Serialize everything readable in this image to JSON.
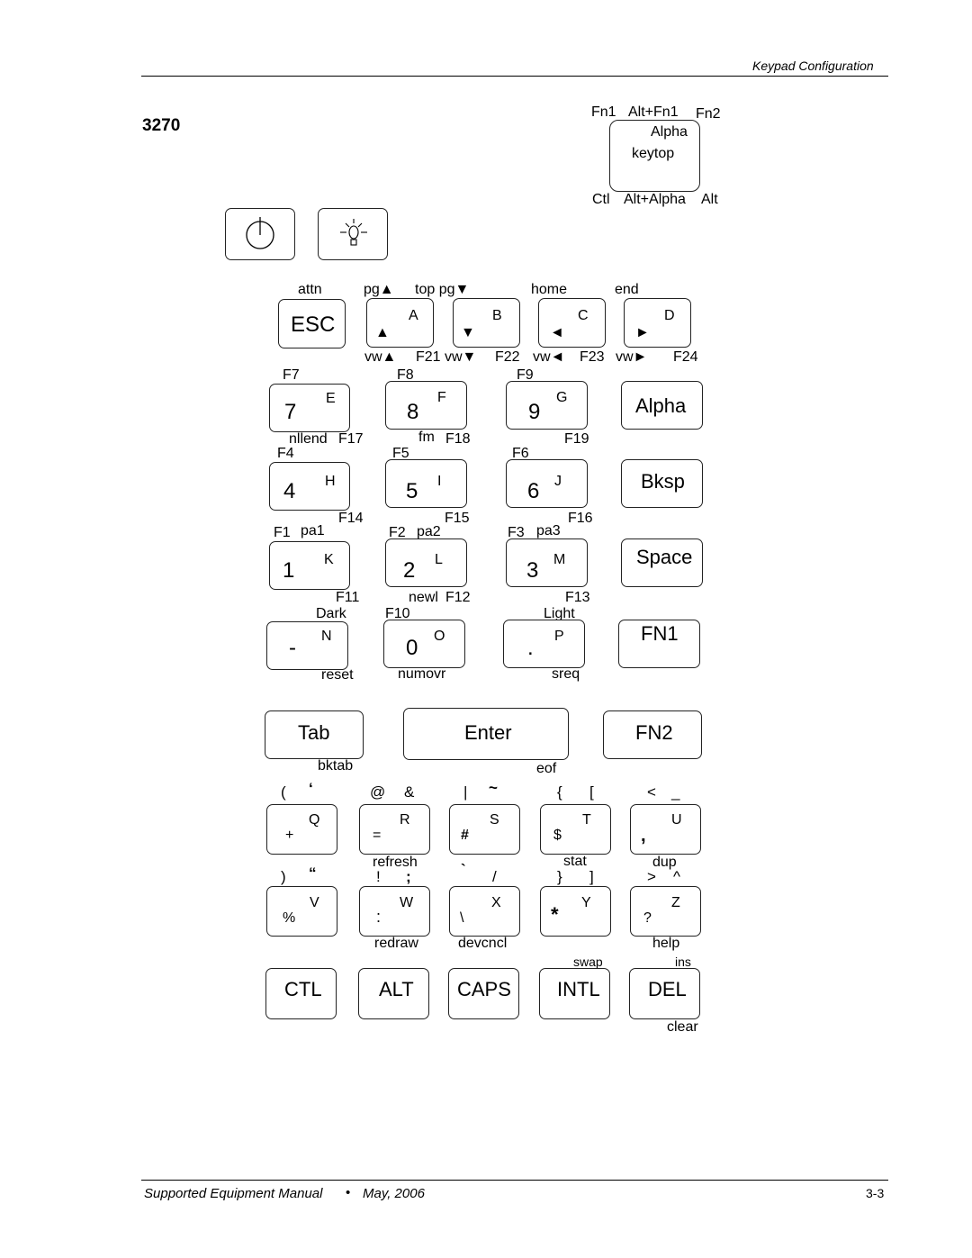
{
  "header": {
    "title": "Keypad Configuration"
  },
  "section": {
    "title": "3270"
  },
  "legend": {
    "top": [
      "Fn1",
      "Alt+Fn1",
      "Fn2"
    ],
    "inside": [
      "Alpha",
      "keytop"
    ],
    "bottom": [
      "Ctl",
      "Alt+Alpha",
      "Alt"
    ]
  },
  "icons": {
    "power": "power-icon",
    "backlight": "backlight-icon"
  },
  "row_nav": {
    "top_labels": [
      "attn",
      "pg▲",
      "top pg▼",
      "home",
      "end"
    ],
    "esc": "ESC",
    "keys": [
      {
        "alpha": "A",
        "arrow": "▲",
        "below": "vw▲",
        "fn": "F21"
      },
      {
        "alpha": "B",
        "arrow": "▼",
        "below": "vw▼",
        "fn": "F22"
      },
      {
        "alpha": "C",
        "arrow": "◄",
        "below": "vw◄",
        "fn": "F23"
      },
      {
        "alpha": "D",
        "arrow": "►",
        "below": "vw►",
        "fn": "F24"
      }
    ]
  },
  "row_789": {
    "above": [
      "F7",
      "F8",
      "F9"
    ],
    "keys": [
      {
        "num": "7",
        "alpha": "E"
      },
      {
        "num": "8",
        "alpha": "F"
      },
      {
        "num": "9",
        "alpha": "G"
      }
    ],
    "side": "Alpha",
    "below": [
      "nllend",
      "F17",
      "fm",
      "F18",
      "F19"
    ]
  },
  "row_456": {
    "above": [
      "F4",
      "F5",
      "F6"
    ],
    "keys": [
      {
        "num": "4",
        "alpha": "H"
      },
      {
        "num": "5",
        "alpha": "I"
      },
      {
        "num": "6",
        "alpha": "J"
      }
    ],
    "side": "Bksp",
    "below": [
      "F14",
      "F15",
      "F16"
    ]
  },
  "row_123": {
    "above": [
      "F1",
      "pa1",
      "F2",
      "pa2",
      "F3",
      "pa3"
    ],
    "keys": [
      {
        "num": "1",
        "alpha": "K"
      },
      {
        "num": "2",
        "alpha": "L"
      },
      {
        "num": "3",
        "alpha": "M"
      }
    ],
    "side": "Space",
    "below": [
      "F11",
      "newl",
      "F12",
      "F13"
    ]
  },
  "row_0": {
    "above": [
      "Dark",
      "F10",
      "Light"
    ],
    "keys": [
      {
        "num": "-",
        "alpha": "N"
      },
      {
        "num": "0",
        "alpha": "O"
      },
      {
        "num": ".",
        "alpha": "P"
      }
    ],
    "side": "FN1",
    "below": [
      "reset",
      "numovr",
      "sreq"
    ]
  },
  "row_tab": {
    "tab": "Tab",
    "enter": "Enter",
    "fn2": "FN2",
    "below": [
      "bktab",
      "eof"
    ]
  },
  "row_qu": {
    "above": [
      "(",
      "‘",
      "@",
      "&",
      "|",
      "~",
      "{",
      "[",
      "<",
      "_"
    ],
    "keys": [
      {
        "alpha": "Q",
        "sym": "+"
      },
      {
        "alpha": "R",
        "sym": "="
      },
      {
        "alpha": "S",
        "sym": "#"
      },
      {
        "alpha": "T",
        "sym": "$"
      },
      {
        "alpha": "U",
        "sym": ","
      }
    ],
    "below": [
      "refresh",
      "stat",
      "dup"
    ]
  },
  "row_vz": {
    "above": [
      ")",
      "“",
      "!",
      ";",
      "`",
      "/",
      "}",
      "]",
      ">",
      "^"
    ],
    "keys": [
      {
        "alpha": "V",
        "sym": "%"
      },
      {
        "alpha": "W",
        "sym": ":"
      },
      {
        "alpha": "X",
        "sym": "\\"
      },
      {
        "alpha": "Y",
        "sym": "*"
      },
      {
        "alpha": "Z",
        "sym": "?"
      }
    ],
    "below": [
      "redraw",
      "devcncl",
      "help"
    ],
    "small": [
      "swap",
      "ins"
    ]
  },
  "row_mod": {
    "keys": [
      "CTL",
      "ALT",
      "CAPS",
      "INTL",
      "DEL"
    ],
    "below": "clear"
  },
  "footer": {
    "left": "Supported Equipment Manual",
    "bullet": "•",
    "date": "May, 2006",
    "page": "3-3"
  }
}
